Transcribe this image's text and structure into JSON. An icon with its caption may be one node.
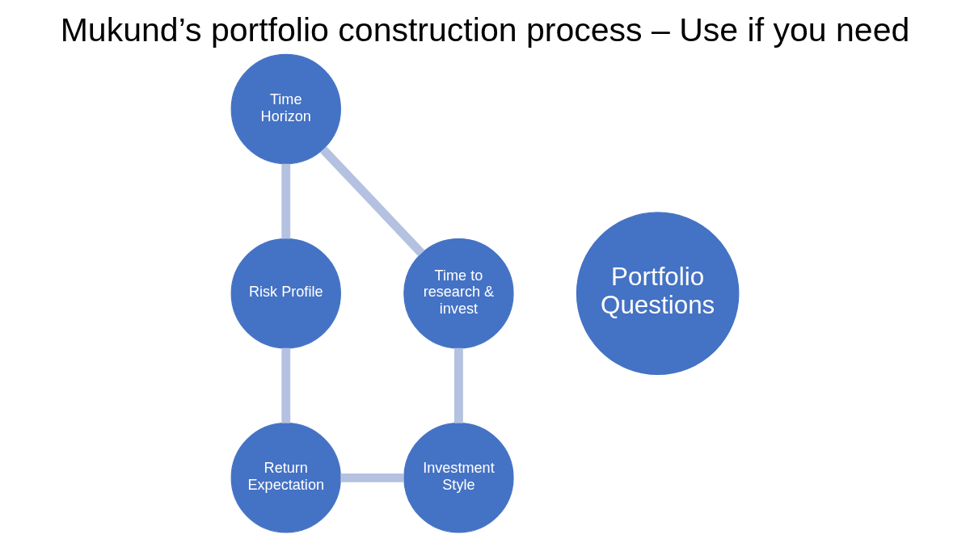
{
  "diagram": {
    "title": "Mukund’s portfolio construction process – Use if you need",
    "nodes": [
      {
        "text": [
          "Portfolio Questions"
        ]
      },
      {
        "text": [
          "Time Horizon"
        ]
      },
      {
        "text": [
          "Risk Profile"
        ]
      },
      {
        "text": [
          "Return Expectation"
        ]
      },
      {
        "text": [
          "Investment Style"
        ]
      },
      {
        "text": [
          "Time to research & invest"
        ]
      }
    ],
    "edges": [
      {
        "from": 1,
        "to": 2,
        "arrow": "none"
      },
      {
        "from": 2,
        "to": 3,
        "arrow": "none"
      },
      {
        "from": 3,
        "to": 4,
        "arrow": "none"
      },
      {
        "from": 4,
        "to": 5,
        "arrow": "none"
      },
      {
        "from": 5,
        "to": 1,
        "arrow": "none"
      }
    ]
  }
}
